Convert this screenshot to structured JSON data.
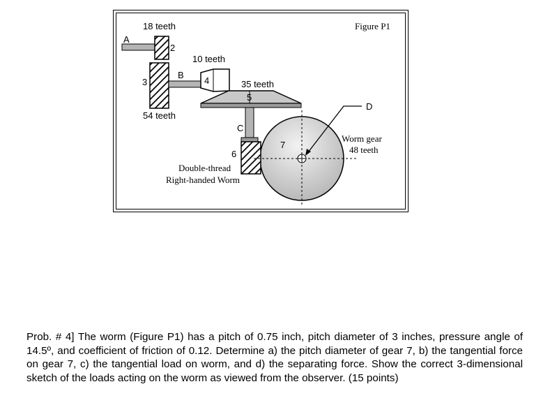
{
  "figure": {
    "title": "Figure P1",
    "labels": {
      "gear_A": "A",
      "gear_2": "2",
      "gear_3": "3",
      "gear_4": "4",
      "gear_B": "B",
      "gear_C": "C",
      "gear_5": "5",
      "gear_6": "6",
      "gear_7": "7",
      "point_D": "D",
      "teeth_18": "18 teeth",
      "teeth_10": "10 teeth",
      "teeth_35": "35 teeth",
      "teeth_54": "54 teeth",
      "worm_line1": "Double-thread",
      "worm_line2": "Right-handed Worm",
      "wormgear_line1": "Worm gear",
      "wormgear_line2": "48 teeth"
    },
    "colors": {
      "shaft_gray": "#b4b4b4",
      "plate_gray": "#c8c8c8",
      "wheel_gray": "#d0d0d0",
      "outline": "#000000"
    }
  },
  "problem": {
    "text": "Prob. # 4] The worm (Figure P1) has a pitch of 0.75 inch, pitch diameter of 3 inches, pressure angle of 14.5º, and coefficient of friction of 0.12. Determine a) the pitch diameter of gear 7, b) the tangential force on gear 7, c) the tangential load on worm, and d) the separating force. Show the correct 3-dimensional sketch of the loads acting on the worm as viewed from the observer. (15 points)"
  }
}
